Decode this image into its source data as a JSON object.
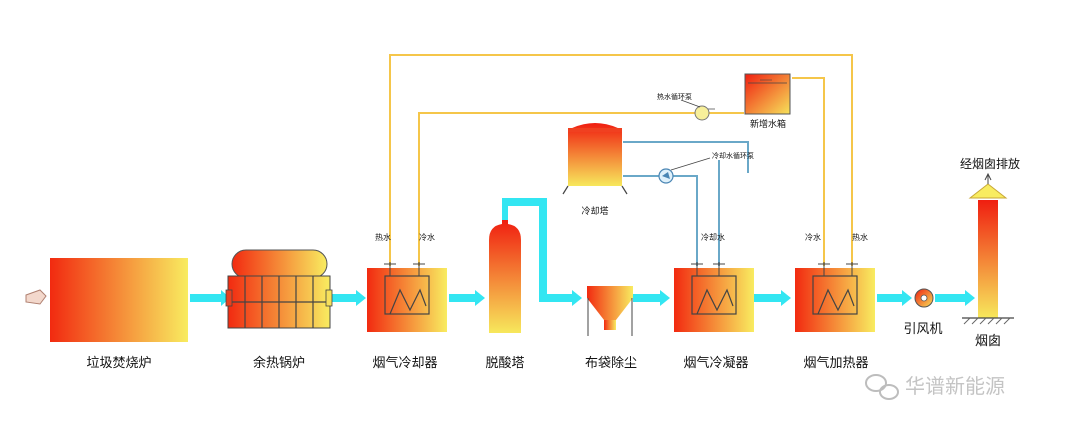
{
  "labels": {
    "incinerator": "垃圾焚烧炉",
    "waste_heat_boiler": "余热锅炉",
    "flue_gas_cooler": "烟气冷却器",
    "deacid_tower": "脱酸塔",
    "bag_filter": "布袋除尘",
    "flue_gas_condenser": "烟气冷凝器",
    "flue_gas_heater": "烟气加热器",
    "induced_fan": "引风机",
    "chimney": "烟囱",
    "cooling_tower": "冷却塔",
    "makeup_tank": "新增水箱",
    "hot_water_pump": "热水循环泵",
    "cooling_water_pump": "冷却水循环泵",
    "exhaust_via_chimney": "经烟囱排放",
    "cooler_hot": "热水",
    "cooler_cold": "冷水",
    "condenser_cooling_water": "冷却水",
    "heater_cold": "冷水",
    "heater_hot": "热水",
    "watermark": "华谱新能源"
  },
  "colors": {
    "flue_gas_arrow": "#33e6f2",
    "hot_loop": "#f5c64a",
    "cooling_loop": "#6aa8c8",
    "equipment_top": "#f22a10",
    "equipment_bottom": "#f6e65a"
  }
}
